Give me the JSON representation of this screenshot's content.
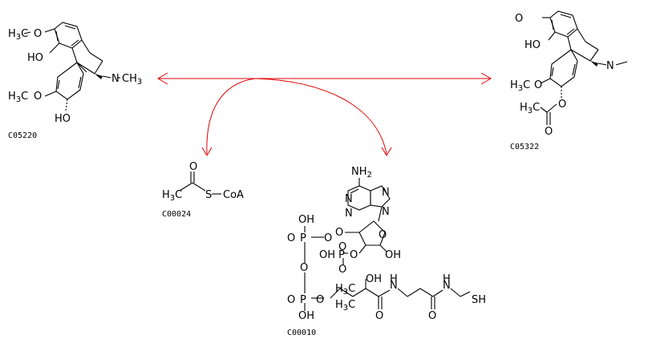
{
  "reaction": {
    "arrow_color": "#e00000",
    "bond_color": "#000000"
  },
  "compounds": {
    "left": {
      "id": "C05220"
    },
    "right": {
      "id": "C05322"
    },
    "acetyl_coa": {
      "id": "C00024"
    },
    "coa": {
      "id": "C00010"
    }
  },
  "labels": {
    "h3c": "H",
    "h3c_sub": "3",
    "c": "C",
    "o": "O",
    "oh": "OH",
    "ho": "HO",
    "n": "N",
    "ch3": "CH",
    "ch3_sub": "3",
    "s": "S",
    "coa": "CoA",
    "nh2": "NH",
    "nh2_sub": "2",
    "p": "P",
    "h": "H",
    "sh": "SH"
  }
}
